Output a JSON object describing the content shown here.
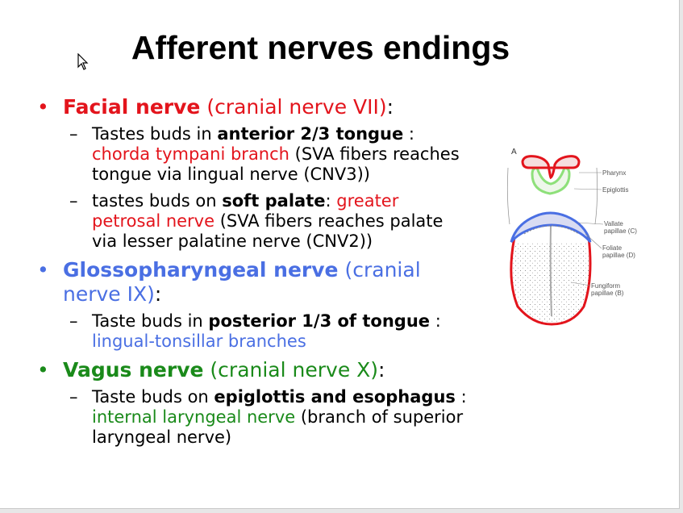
{
  "title": "Afferent nerves endings",
  "facial": {
    "name": "Facial nerve",
    "paren": "(cranial nerve VII)",
    "colon": ":",
    "sub1": {
      "pre": "Tastes buds in ",
      "bold": "anterior 2/3 tongue",
      "mid": " : ",
      "red": "chorda tympani branch",
      "post": " (SVA fibers reaches tongue via lingual nerve (CNV3))"
    },
    "sub2": {
      "pre": "tastes buds on ",
      "bold": "soft palate",
      "mid": ": ",
      "red": "greater petrosal nerve",
      "post": " (SVA fibers reaches palate via lesser palatine nerve (CNV2))"
    }
  },
  "glosso": {
    "name": "Glossopharyngeal nerve",
    "paren": "(cranial nerve IX)",
    "colon": ":",
    "sub1": {
      "pre": "Taste buds in ",
      "bold": "posterior 1/3 of tongue",
      "mid": " : ",
      "blue": "lingual-tonsillar branches"
    }
  },
  "vagus": {
    "name": "Vagus nerve",
    "paren": "(cranial nerve X)",
    "colon": ":",
    "sub1": {
      "pre": "Taste buds on ",
      "bold": "epiglottis and esophagus",
      "mid": " : ",
      "green": "internal laryngeal nerve",
      "post": " (branch of superior laryngeal nerve)"
    }
  },
  "diagram": {
    "letter": "A",
    "labels": {
      "pharynx": "Pharynx",
      "epiglottis": "Epiglottis",
      "vallate": "Vallate papillae (C)",
      "foliate": "Foliate papillae (D)",
      "fungiform": "Fungiform papillae (B)"
    }
  },
  "colors": {
    "red": "#e3141c",
    "blue": "#4a6fe3",
    "green": "#1a8a1a"
  }
}
